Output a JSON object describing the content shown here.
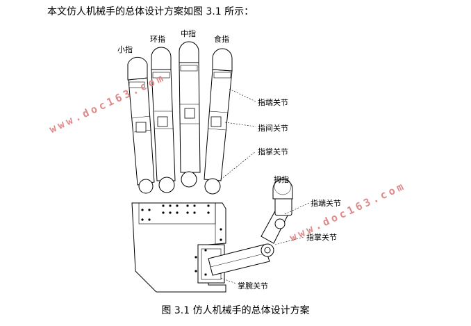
{
  "intro_text": "本文仿人机械手的总体设计方案如图 3.1 所示：",
  "caption": "图 3.1 仿人机械手的总体设计方案",
  "finger_labels": {
    "little": "小指",
    "ring": "环指",
    "middle": "中指",
    "index": "食指",
    "thumb": "拇指"
  },
  "joint_labels": {
    "distal": "指端关节",
    "middle": "指间关节",
    "mcp": "指掌关节",
    "thumb_distal": "指端关节",
    "thumb_mcp": "指掌关节",
    "wrist": "掌腕关节"
  },
  "watermark": {
    "text": "www.doc163.com",
    "color": "#e08a8a"
  }
}
